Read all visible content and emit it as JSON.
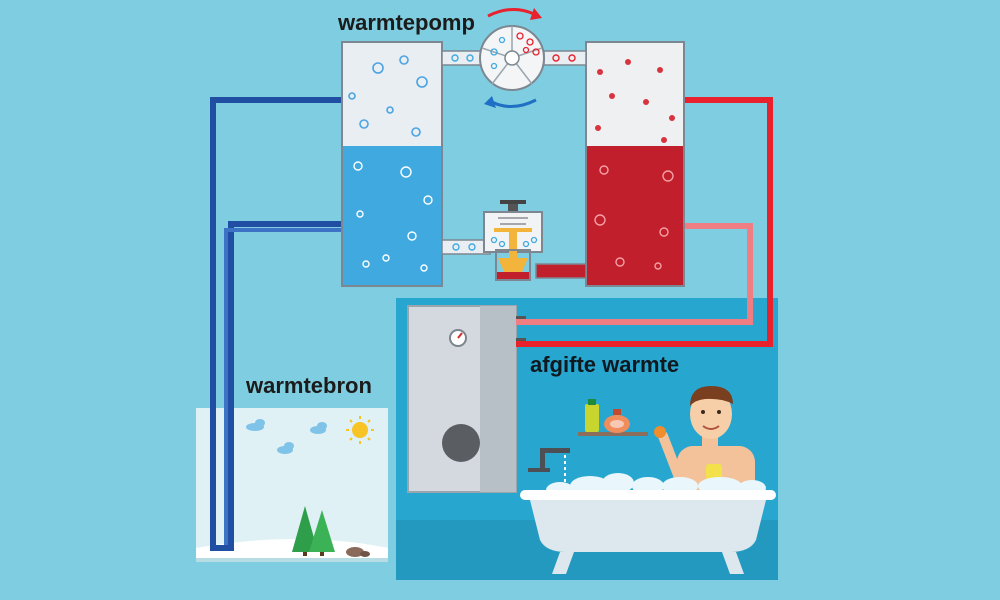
{
  "labels": {
    "heat_pump": "warmtepomp",
    "heat_source": "warmtebron",
    "heat_output": "afgifte warmte"
  },
  "colors": {
    "background": "#7ecde0",
    "cold_pipe": "#1f4ea3",
    "hot_pipe": "#e8212c",
    "hot_pipe_light": "#f07d82",
    "evaporator_liquid": "#3fa9e0",
    "condenser_liquid": "#c21f2c",
    "bathroom_panel": "#27a7cf",
    "landscape_sky": "#dff1f4",
    "tree": "#2e9e4a"
  },
  "icons": [
    "sun-icon",
    "cloud-icon",
    "tree-icon",
    "rock-icon",
    "thermometer-dial-icon",
    "faucet-icon",
    "bathtub-icon",
    "shampoo-bottle-icon",
    "soap-icon",
    "man-bathing-icon",
    "compressor-icon",
    "expansion-valve-icon",
    "rotation-arrow-icon"
  ]
}
